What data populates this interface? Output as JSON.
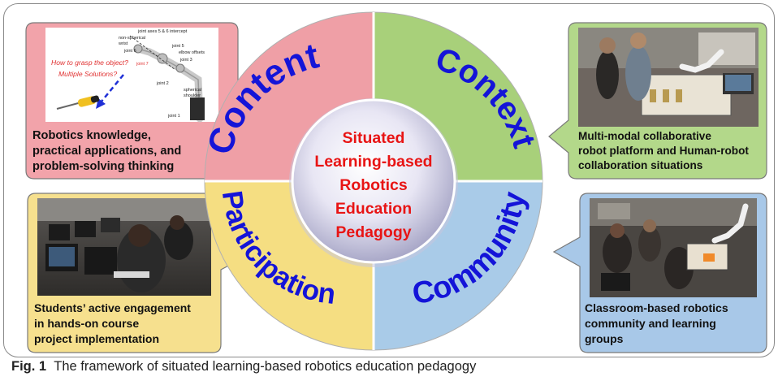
{
  "center_text": [
    "Situated",
    "Learning-based",
    "Robotics",
    "Education",
    "Pedagogy"
  ],
  "quadrants": [
    {
      "label": "Content",
      "color": "#ef9fa6"
    },
    {
      "label": "Context",
      "color": "#a8d07a"
    },
    {
      "label": "Community",
      "color": "#a9cbe8"
    },
    {
      "label": "Participation",
      "color": "#f5de82"
    }
  ],
  "callouts": {
    "top_left": "Robotics knowledge, practical applications, and problem-solving thinking",
    "top_right": "Multi-modal collaborative robot platform and Human-robot collaboration situations",
    "bottom_left": "Students’ active engagement in hands-on course project implementation",
    "bottom_right": "Classroom-based robotics community and learning groups"
  },
  "robot_figure": {
    "question": "How to grasp the object? Multiple Solutions?",
    "labels": [
      "joint axes 5 & 6 intercept",
      "non-spherical wrist",
      "joint 6",
      "joint 5",
      "elbow offsets",
      "joint 3",
      "joint 7",
      "joint 2",
      "spherical shoulder",
      "joint 1"
    ]
  },
  "caption": {
    "label": "Fig. 1",
    "text": "The framework of situated learning-based robotics education pedagogy"
  },
  "colors": {
    "label_blue": "#1414d8",
    "center_red": "#e81414",
    "callout_red": "#f2a3aa",
    "callout_green": "#b3d88a",
    "callout_yellow": "#f6e08e",
    "callout_blue": "#a8c8e8"
  }
}
